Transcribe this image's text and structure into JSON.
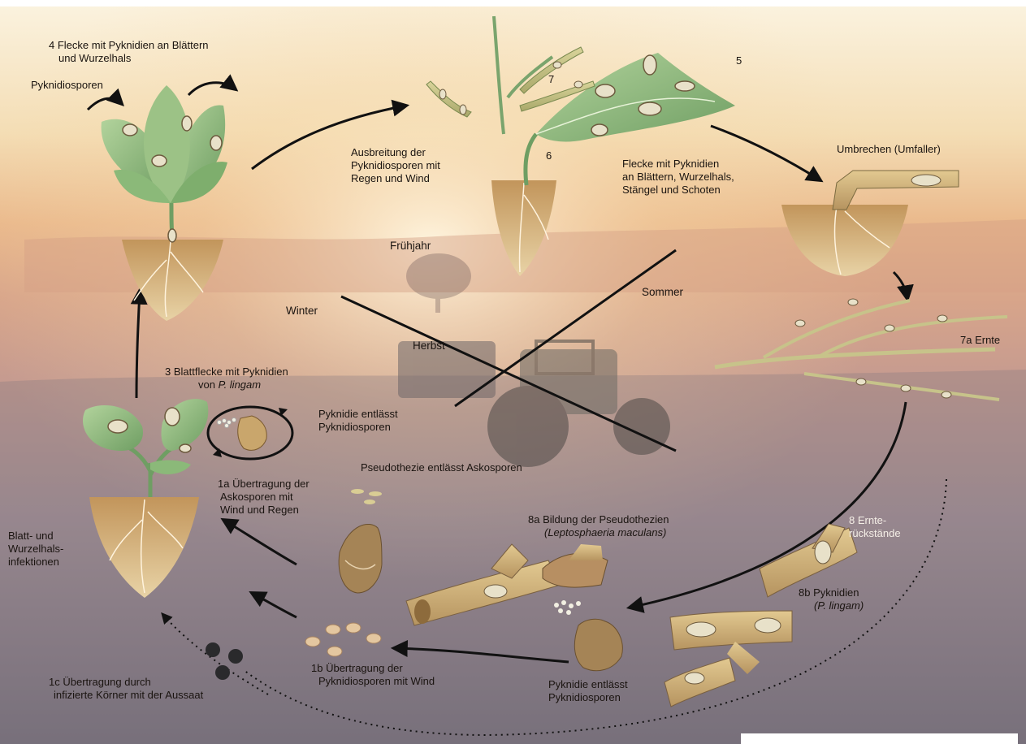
{
  "labels": {
    "stage4": "4 Flecke mit Pyknidien an Blättern",
    "stage4_line2": "und Wurzelhals",
    "pyknidiosporen": "Pyknidiosporen",
    "num5": "5",
    "num6": "6",
    "num7": "7",
    "spread_line1": "Ausbreitung der",
    "spread_line2": "Pyknidiosporen mit",
    "spread_line3": "Regen und Wind",
    "flecke_line1": "Flecke mit Pyknidien",
    "flecke_line2": "an Blättern, Wurzelhals,",
    "flecke_line3": "Stängel und Schoten",
    "umbrechen": "Umbrechen (Umfaller)",
    "fruehjahr": "Frühjahr",
    "winter": "Winter",
    "sommer": "Sommer",
    "herbst": "Herbst",
    "ernte": "7a Ernte",
    "stage3_line1": "3 Blattflecke mit Pyknidien",
    "stage3_line2a": "von ",
    "stage3_line2b": "P. lingam",
    "pyknidie1_line1": "Pyknidie entlässt",
    "pyknidie1_line2": "Pyknidiosporen",
    "pseudothezie": "Pseudothezie entlässt Askosporen",
    "s1a_line1": "1a Übertragung der",
    "s1a_line2": "Askosporen mit",
    "s1a_line3": "Wind und Regen",
    "infekt_line1": "Blatt- und",
    "infekt_line2": "Wurzelhals-",
    "infekt_line3": "infektionen",
    "s8a_line1": "8a Bildung der Pseudothezien",
    "s8a_line2": "(Leptosphaeria maculans)",
    "s8_line1": "8 Ernte-",
    "s8_line2": "rückstände",
    "s8b_line1": "8b Pyknidien",
    "s8b_line2": "(P. lingam)",
    "s1b_line1": "1b Übertragung der",
    "s1b_line2": "Pyknidiosporen mit Wind",
    "s1c_line1": "1c Übertragung durch",
    "s1c_line2": "infizierte Körner mit der Aussaat",
    "pyknidie2_line1": "Pyknidie entlässt",
    "pyknidie2_line2": "Pyknidiosporen"
  },
  "colors": {
    "sky_top": "#f3e6c9",
    "sky_mid": "#e9b78c",
    "horizon": "#d29b7c",
    "field": "#8f7f86",
    "leaf": "#8fb77d",
    "leaf_dark": "#5f8d55",
    "soil": "#b98a57",
    "stubble": "#cdb27a",
    "arrow": "#111111"
  }
}
